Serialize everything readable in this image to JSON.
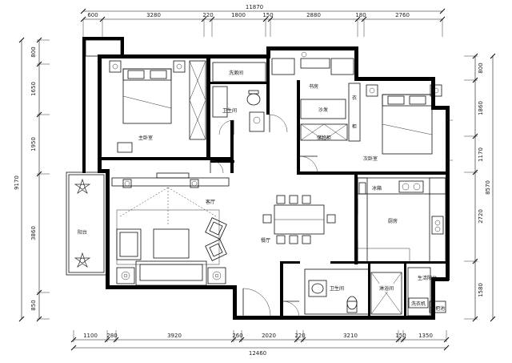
{
  "dimensions": {
    "top_total": "11870",
    "top": [
      "600",
      "3280",
      "220",
      "1800",
      "150",
      "2880",
      "180",
      "2760"
    ],
    "bottom_total": "12460",
    "bottom": [
      "1100",
      "280",
      "3920",
      "260",
      "2020",
      "220",
      "3210",
      "150",
      "1350"
    ],
    "left_total": "9170",
    "left": [
      "800",
      "1650",
      "1950",
      "3860",
      "850"
    ],
    "right_total": "8570",
    "right": [
      "800",
      "1860",
      "1170",
      "2720",
      "1580"
    ]
  },
  "rooms": {
    "master_bedroom": "主卧室",
    "bathroom_master": "卫生间",
    "washroom_top": "洗漱间",
    "study": "书房",
    "sofa": "沙发",
    "cabinet": "储物柜",
    "second_bedroom": "次卧室",
    "wardrobe_label_1": "衣",
    "wardrobe_label_2": "柜",
    "living_room": "客厅",
    "dining_room": "餐厅",
    "balcony": "阳台",
    "kitchen": "厨房",
    "fridge": "冰箱",
    "bathroom_public": "卫生间",
    "washroom_bottom": "淋浴间",
    "laundry_balcony": "生活阳台",
    "washer": "洗衣机",
    "mop_pool": "拖把池"
  }
}
